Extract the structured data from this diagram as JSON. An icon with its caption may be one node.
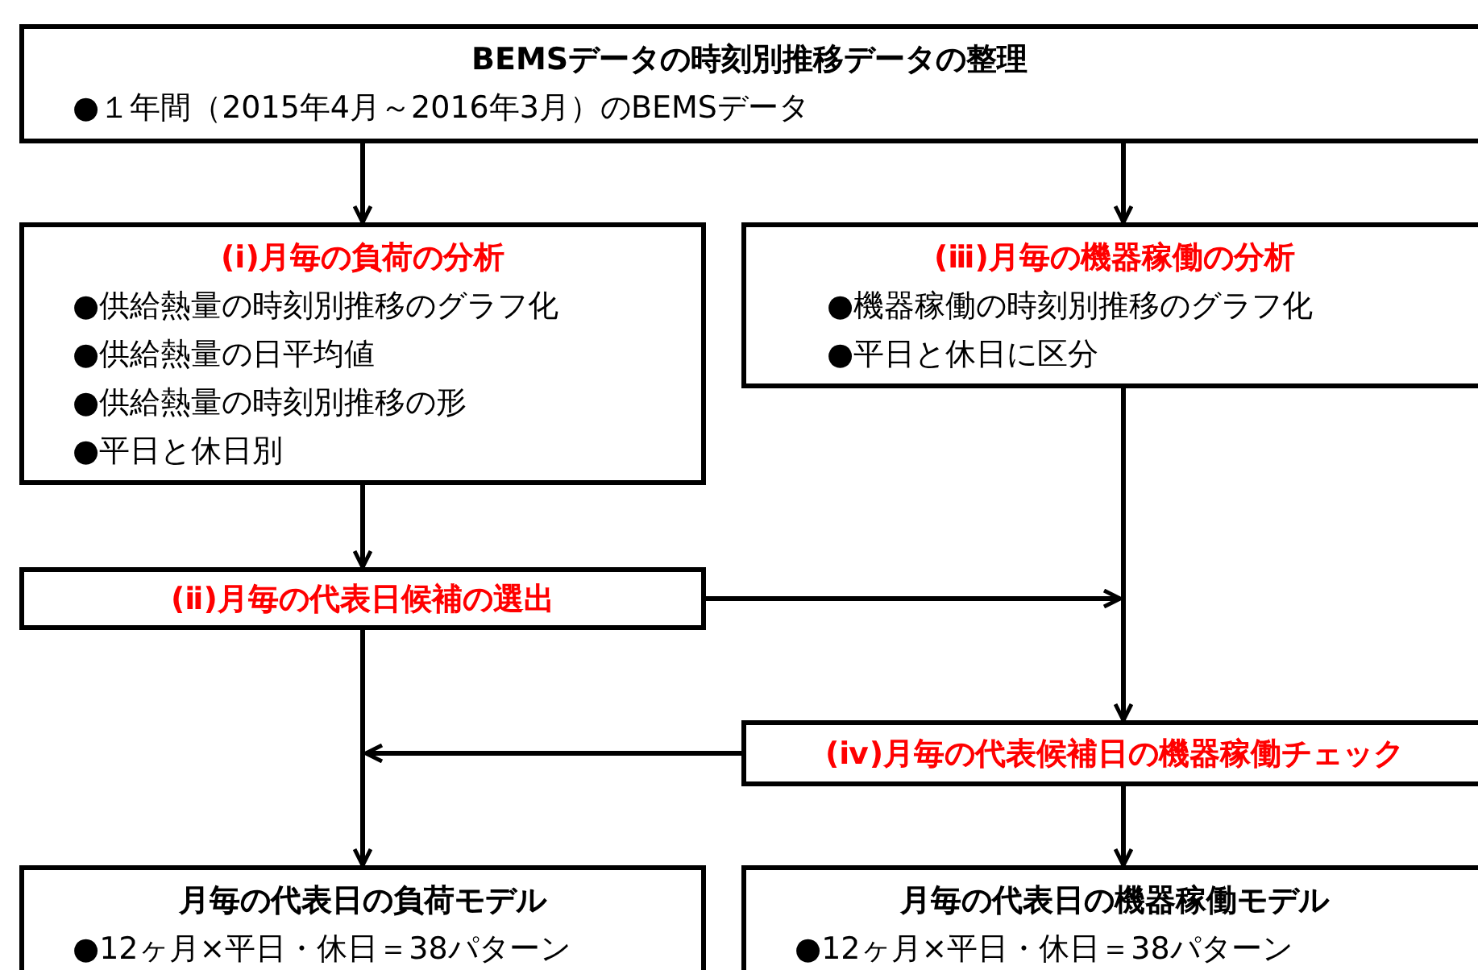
{
  "diagram": {
    "nodes": [
      {
        "text": [
          "BEMSデータの時刻別推移データの整理",
          "●１年間（2015年4月～2016年3月）のBEMSデータ"
        ]
      },
      {
        "text": [
          "(ⅰ)月毎の負荷の分析",
          "●供給熱量の時刻別推移のグラフ化",
          "●供給熱量の日平均値",
          "●供給熱量の時刻別推移の形",
          "●平日と休日別"
        ]
      },
      {
        "text": [
          "(ⅲ)月毎の機器稼働の分析",
          "●機器稼働の時刻別推移のグラフ化",
          "●平日と休日に区分"
        ]
      },
      {
        "text": [
          "(ⅱ)月毎の代表日候補の選出"
        ]
      },
      {
        "text": [
          "(ⅳ)月毎の代表候補日の機器稼働チェック"
        ]
      },
      {
        "text": [
          "月毎の代表日の負荷モデル",
          "●12ヶ月×平日・休日＝38パターン"
        ]
      },
      {
        "text": [
          "月毎の代表日の機器稼働モデル",
          "●12ヶ月×平日・休日＝38パターン"
        ]
      }
    ],
    "edges": [
      {
        "from": 0,
        "to": 1,
        "arrow": "to"
      },
      {
        "from": 0,
        "to": 2,
        "arrow": "to"
      },
      {
        "from": 1,
        "to": 3,
        "arrow": "to"
      },
      {
        "from": 2,
        "to": 4,
        "arrow": "to"
      },
      {
        "from": 3,
        "to": 4,
        "arrow": "to"
      },
      {
        "from": 4,
        "to": 5,
        "arrow": "to"
      },
      {
        "from": 3,
        "to": 5,
        "arrow": "to"
      },
      {
        "from": 4,
        "to": 6,
        "arrow": "to"
      }
    ]
  }
}
